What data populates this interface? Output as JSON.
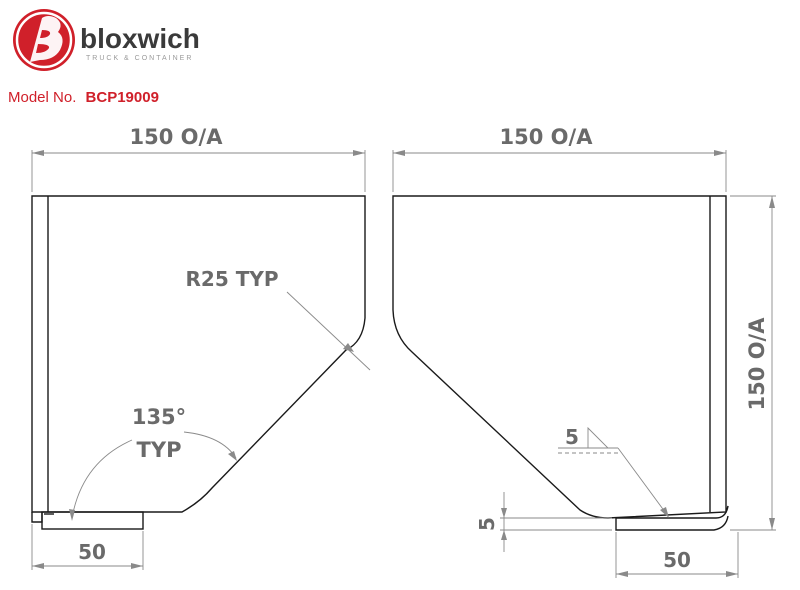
{
  "header": {
    "brand_name": "bloxwich",
    "brand_tagline": "TRUCK & CONTAINER",
    "model_label": "Model No.",
    "model_number": "BCP19009",
    "colors": {
      "logo_red": "#d0202a",
      "text_red": "#d0202a",
      "brand_text": "#3a3a3a",
      "dimension_grey": "#6a6a6a"
    },
    "logo_icon": "bloxwich-b-logo-icon"
  },
  "drawing": {
    "left_view": {
      "width_dim": "150 O/A",
      "radius_note": "R25 TYP",
      "angle_note_line1": "135°",
      "angle_note_line2": "TYP",
      "base_dim": "50"
    },
    "right_view": {
      "width_dim": "150 O/A",
      "height_dim": "150 O/A",
      "thickness_note": "5",
      "flange_dim": "5",
      "base_dim": "50"
    }
  }
}
